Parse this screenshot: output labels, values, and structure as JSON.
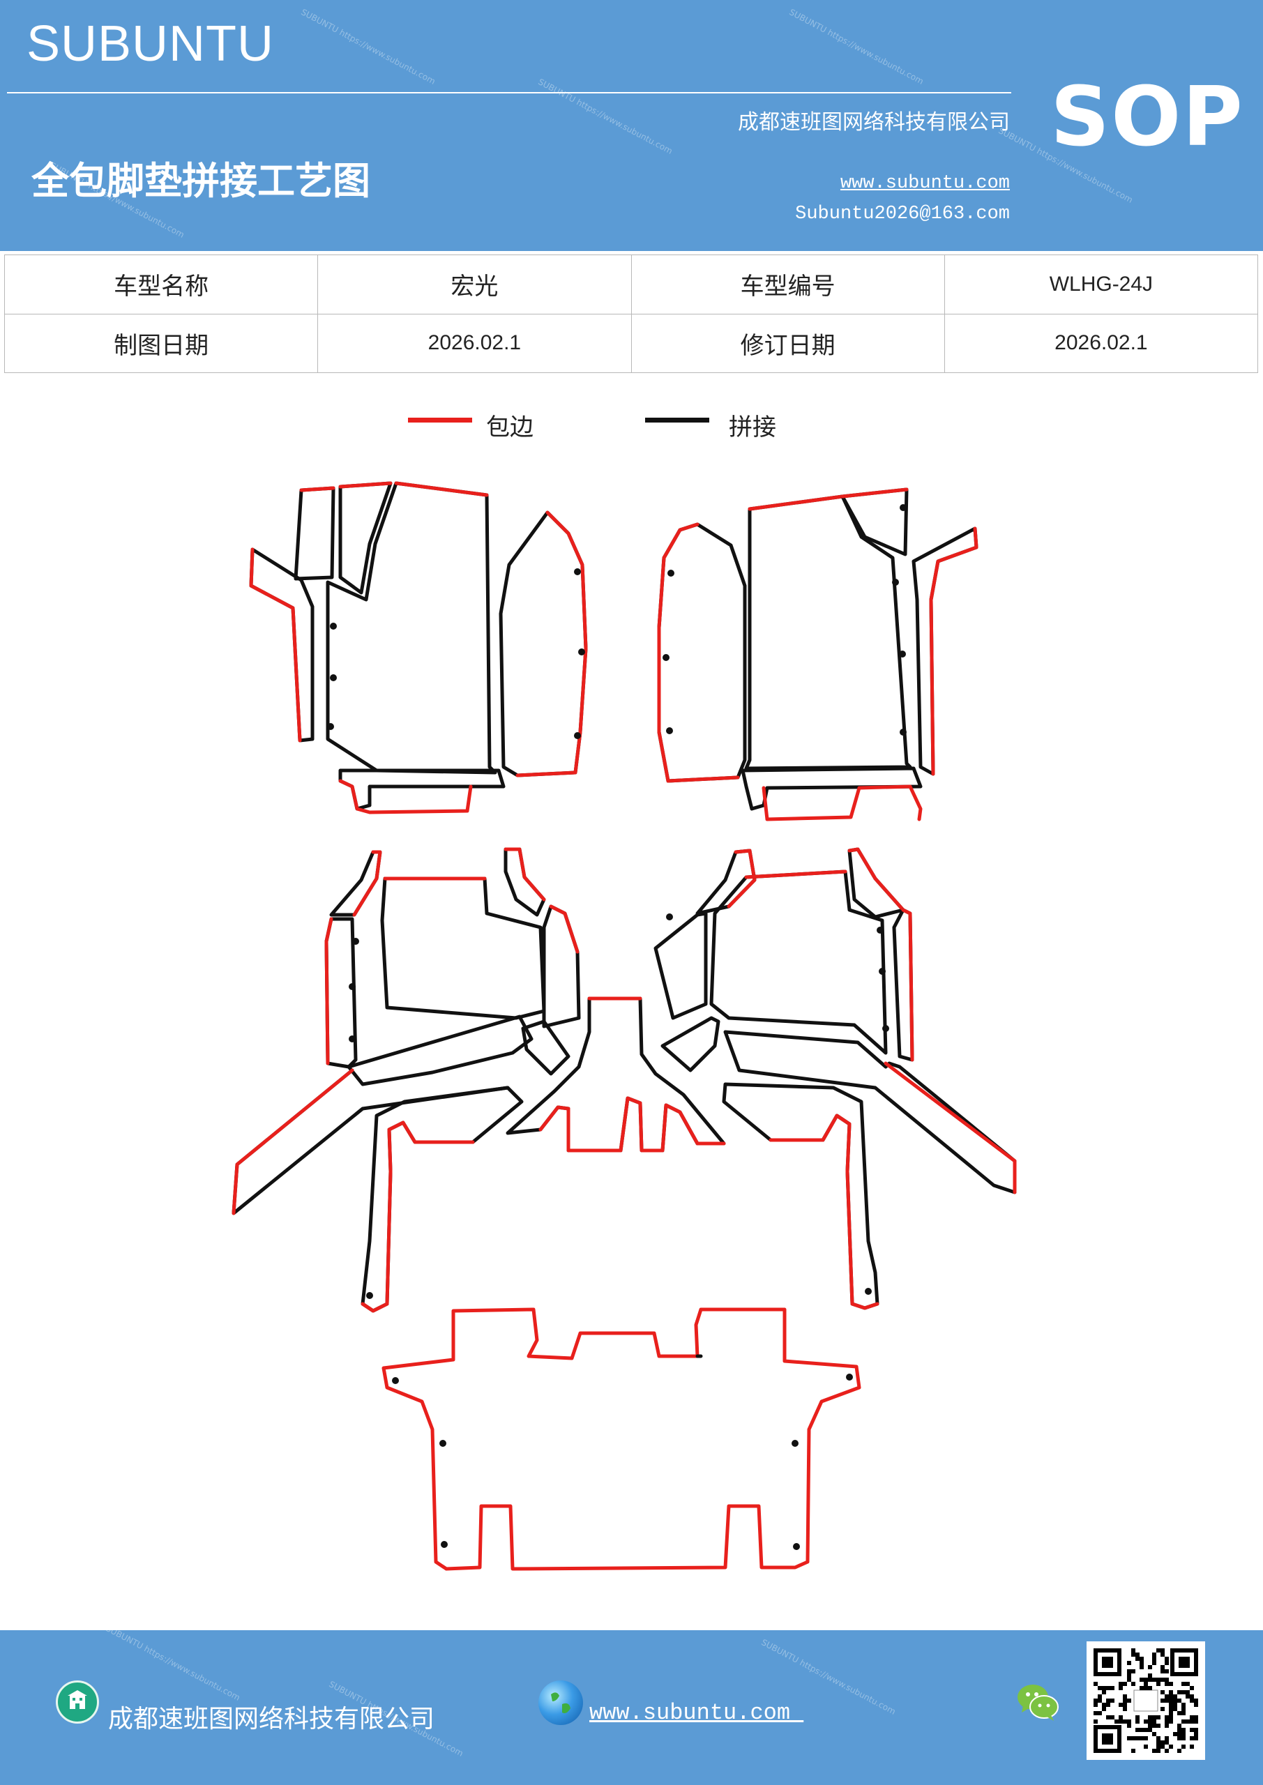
{
  "header": {
    "brand": "SUBUNTU",
    "company": "成都速班图网络科技有限公司",
    "doc_title": "全包脚垫拼接工艺图",
    "website": "www.subuntu.com",
    "email": "Subuntu2026@163.com",
    "badge": "SOP"
  },
  "info_table": {
    "rows": [
      [
        "车型名称",
        "宏光",
        "车型编号",
        "WLHG-24J"
      ],
      [
        "制图日期",
        "2026.02.1",
        "修订日期",
        "2026.02.1"
      ]
    ]
  },
  "legend": [
    {
      "label": "包边",
      "color": "#e8201c"
    },
    {
      "label": "拼接",
      "color": "#111111"
    }
  ],
  "footer": {
    "company": "成都速班图网络科技有限公司",
    "website": "www.subuntu.com ",
    "icons": [
      "building-icon",
      "globe-icon",
      "wechat-icon",
      "qr-code"
    ]
  },
  "colors": {
    "header_bg": "#5b9bd5",
    "edge_binding": "#e8201c",
    "seam": "#111111"
  }
}
